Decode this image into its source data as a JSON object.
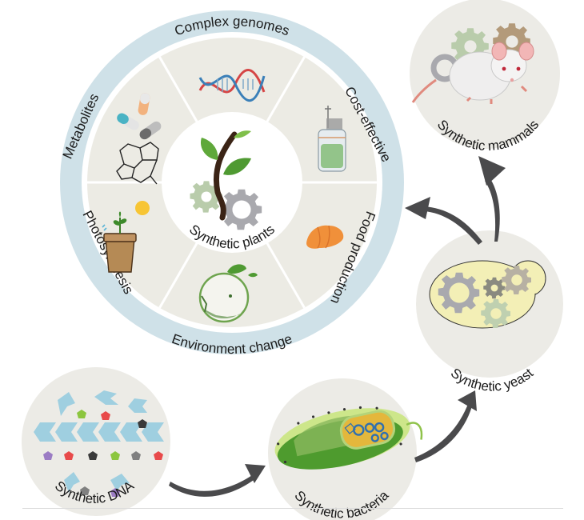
{
  "figure": {
    "center": {
      "label": "Synthetic plants"
    },
    "ring_labels": [
      {
        "id": "complex-genomes",
        "text": "Complex genomes"
      },
      {
        "id": "cost-effective",
        "text": "Cost-effective"
      },
      {
        "id": "food-production",
        "text": "Food production"
      },
      {
        "id": "environment-change",
        "text": "Environment change"
      },
      {
        "id": "photosynthesis",
        "text": "Photosynthesis"
      },
      {
        "id": "metabolites",
        "text": "Metabolites"
      }
    ],
    "sector_icons": [
      {
        "sector": "complex-genomes",
        "icon": "dna-helix-icon"
      },
      {
        "sector": "cost-effective",
        "icon": "bioreactor-icon"
      },
      {
        "sector": "food-production",
        "icon": "croissant-icon"
      },
      {
        "sector": "environment-change",
        "icon": "eco-globe-icon"
      },
      {
        "sector": "photosynthesis",
        "icon": "potted-plant-sun-icon"
      },
      {
        "sector": "metabolites",
        "icon": "pills-molecule-icon"
      }
    ],
    "nodes": [
      {
        "id": "dna",
        "label": "Synthetic DNA",
        "icon": "dna-building-blocks-icon"
      },
      {
        "id": "bacteria",
        "label": "Synthetic bacteria",
        "icon": "bacterium-gears-icon"
      },
      {
        "id": "yeast",
        "label": "Synthetic yeast",
        "icon": "yeast-cell-gears-icon"
      },
      {
        "id": "mammals",
        "label": "Synthetic mammals",
        "icon": "mouse-gears-icon"
      }
    ],
    "arrows": [
      {
        "from": "dna",
        "to": "bacteria"
      },
      {
        "from": "bacteria",
        "to": "yeast"
      },
      {
        "from": "yeast",
        "to": "plants"
      },
      {
        "from": "yeast",
        "to": "mammals"
      }
    ],
    "colors": {
      "ring_band": "#cfe1e8",
      "sector_fill": "#ecebe4",
      "node_fill": "#ecebe6",
      "arrow": "#4a4a4c",
      "divider": "#ffffff",
      "gear_gray": "#a9a9ae",
      "gear_green": "#b9ccab",
      "gear_tan": "#b39a7a",
      "leaf_green": "#4f9a32",
      "stem_brown": "#3b2416"
    }
  }
}
